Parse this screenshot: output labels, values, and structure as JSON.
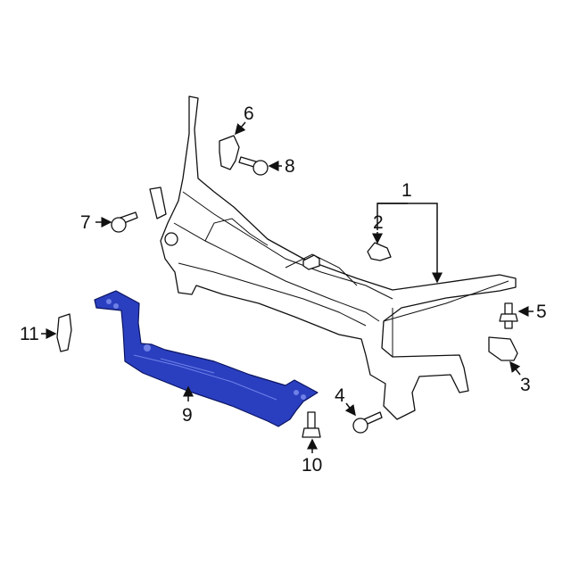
{
  "callouts": [
    {
      "id": "1",
      "label": "1"
    },
    {
      "id": "2",
      "label": "2"
    },
    {
      "id": "3",
      "label": "3"
    },
    {
      "id": "4",
      "label": "4"
    },
    {
      "id": "5",
      "label": "5"
    },
    {
      "id": "6",
      "label": "6"
    },
    {
      "id": "7",
      "label": "7"
    },
    {
      "id": "8",
      "label": "8"
    },
    {
      "id": "9",
      "label": "9"
    },
    {
      "id": "10",
      "label": "10"
    },
    {
      "id": "11",
      "label": "11"
    }
  ],
  "colors": {
    "highlight": "#2a3fc0",
    "line": "#111111",
    "background": "#ffffff"
  },
  "highlighted_part": "9"
}
